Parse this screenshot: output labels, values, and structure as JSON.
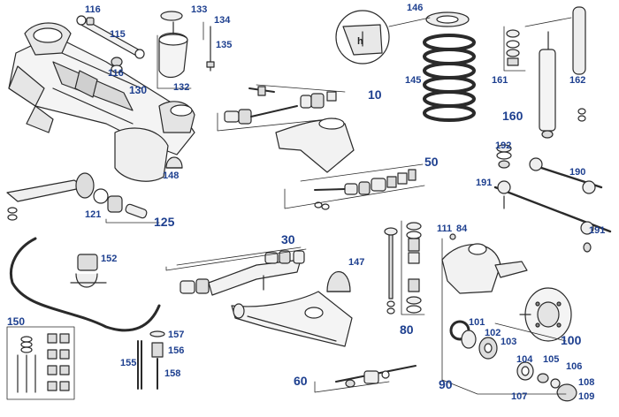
{
  "colors": {
    "label": "#1d3f8f",
    "line": "#2a2a2a",
    "fill_light": "#f2f2f2",
    "fill_mid": "#d9d9d9"
  },
  "labels": {
    "p116a": "116",
    "p115": "115",
    "p116b": "116",
    "p133": "133",
    "p134": "134",
    "p135": "135",
    "p130": "130",
    "p132": "132",
    "p146": "146",
    "p145": "145",
    "h": "h",
    "p161": "161",
    "p162": "162",
    "p160": "160",
    "p10": "10",
    "p148": "148",
    "p50": "50",
    "p192": "192",
    "p190": "190",
    "p191a": "191",
    "p191b": "191",
    "p121": "121",
    "p125": "125",
    "p152": "152",
    "p30": "30",
    "p147": "147",
    "p111": "111",
    "p84": "84",
    "p80": "80",
    "p150": "150",
    "p157": "157",
    "p156": "156",
    "p155": "155",
    "p158": "158",
    "p101": "101",
    "p102": "102",
    "p103": "103",
    "p100": "100",
    "p104": "104",
    "p105": "105",
    "p106": "106",
    "p108": "108",
    "p107": "107",
    "p109": "109",
    "p90": "90",
    "p60": "60"
  }
}
